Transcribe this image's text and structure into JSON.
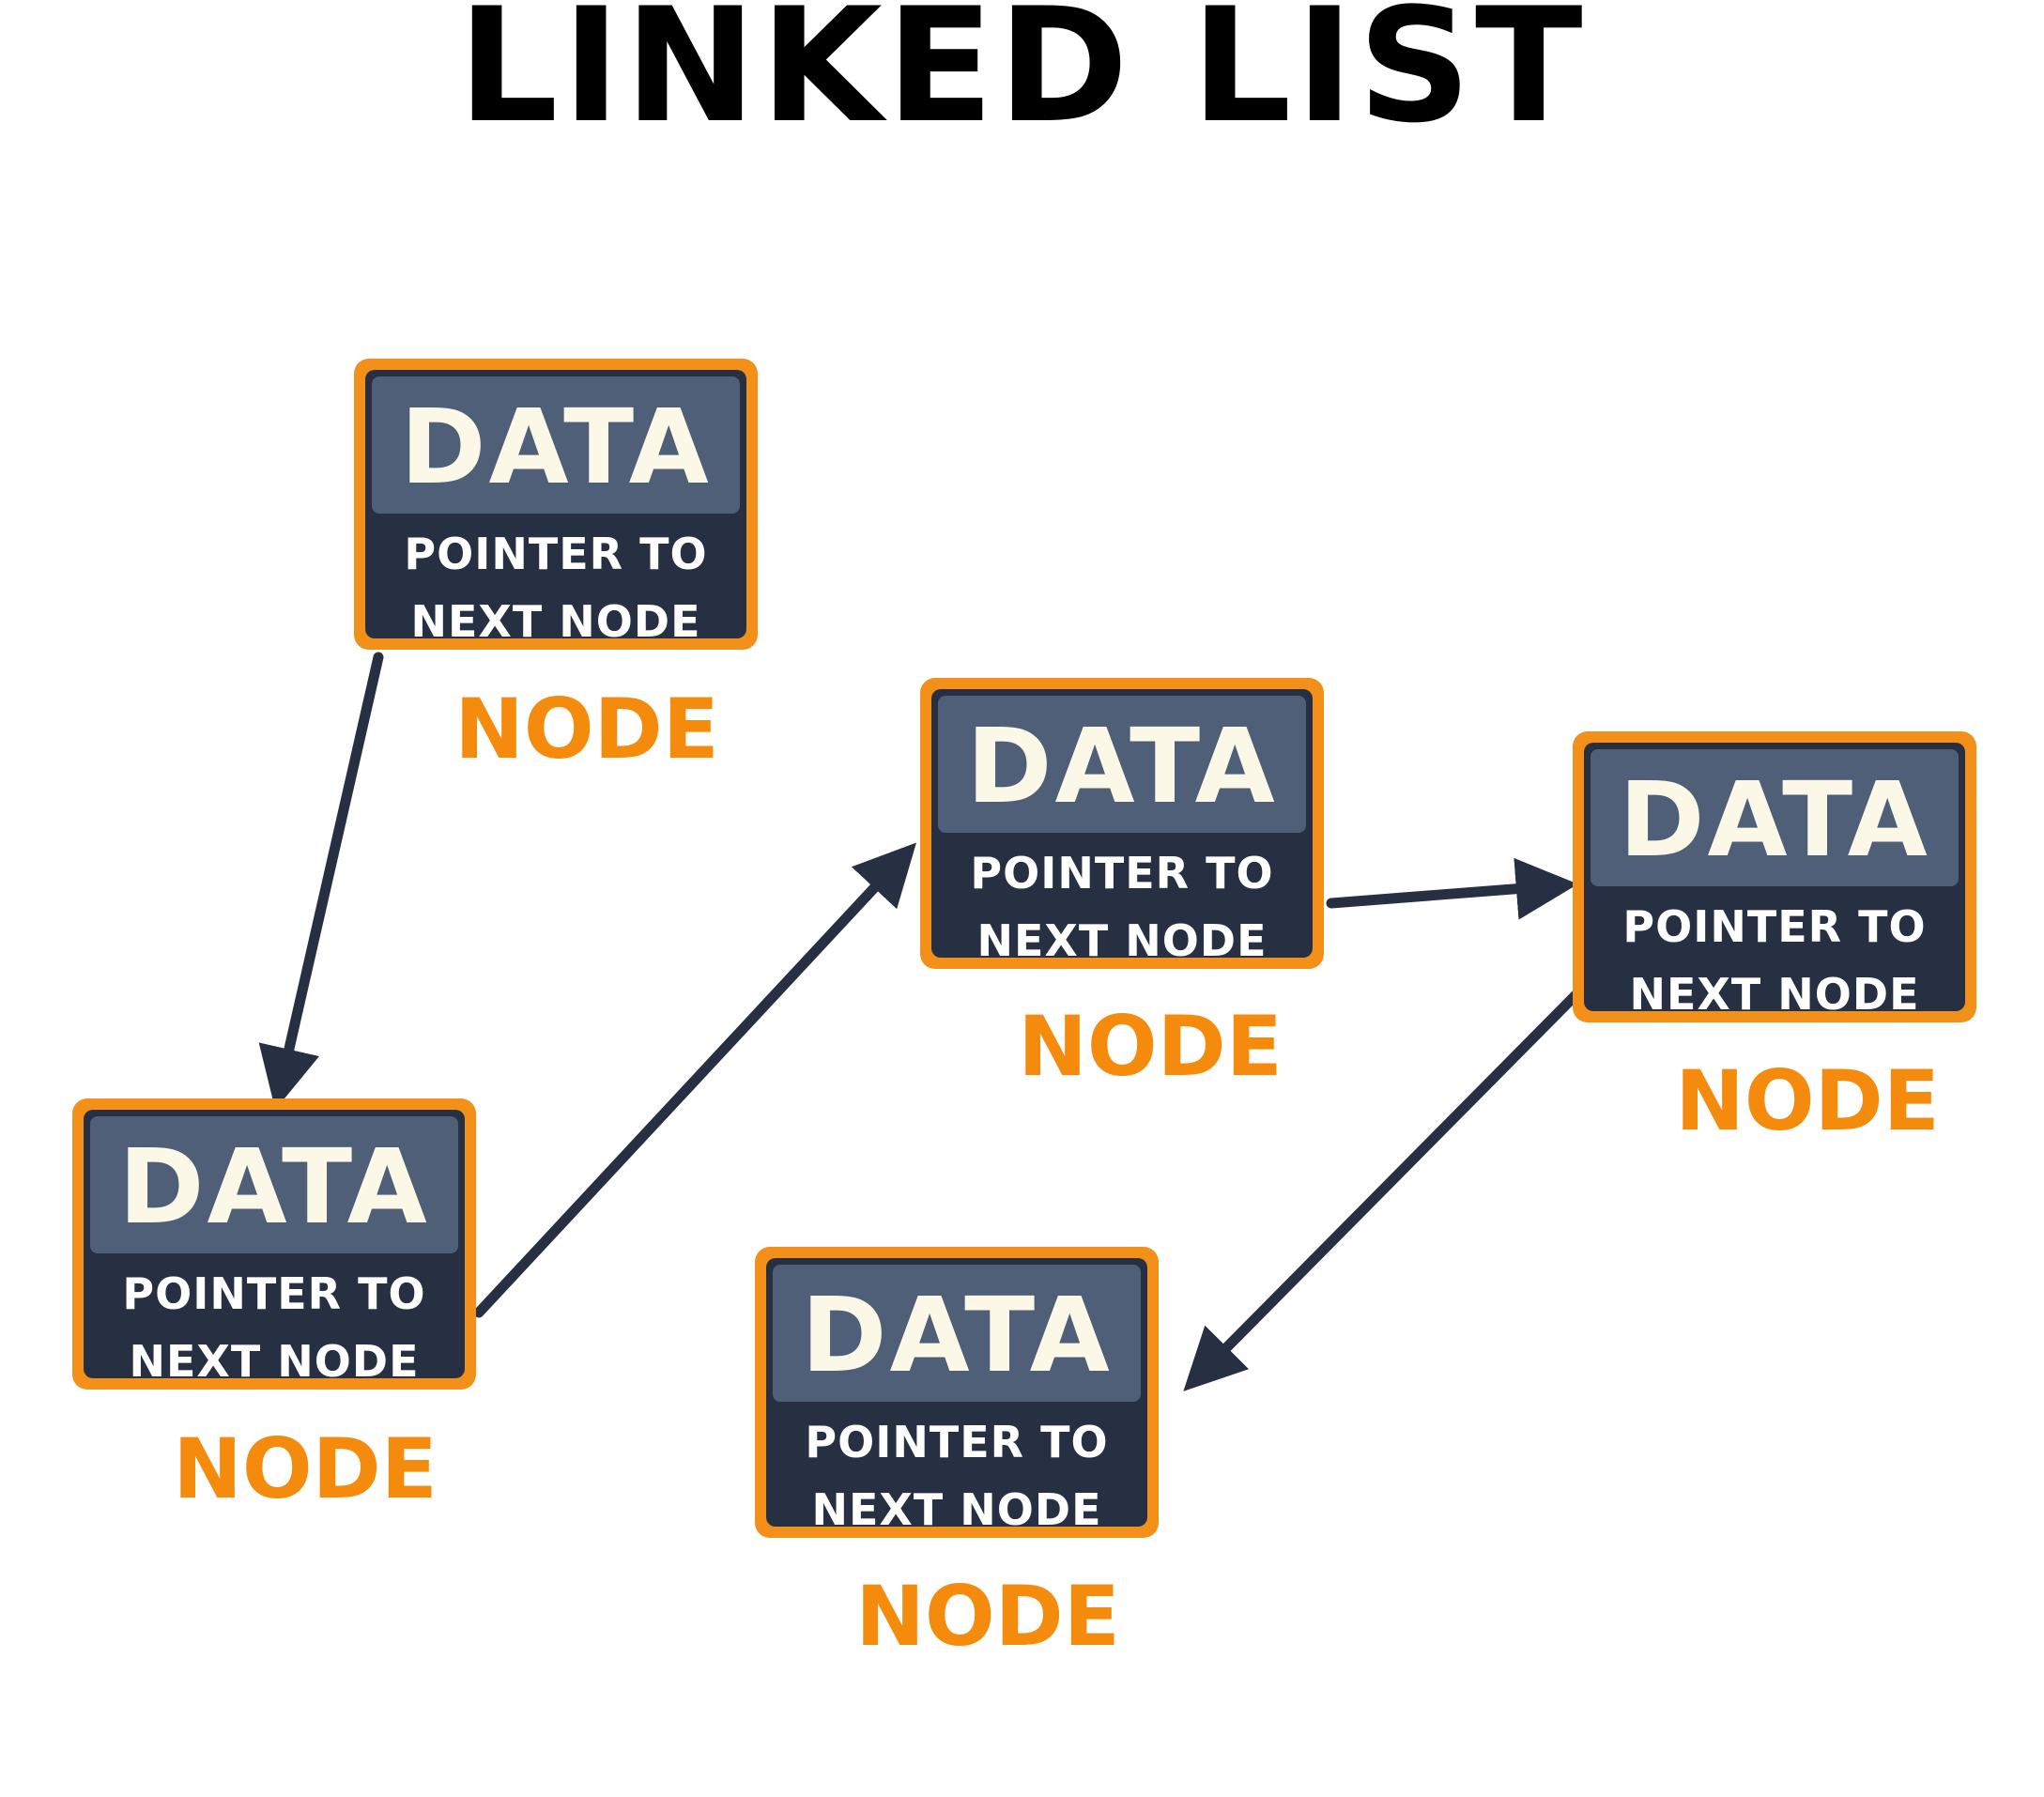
{
  "title": "LINKED LIST",
  "colors": {
    "node_border": "#f39019",
    "node_body": "#273043",
    "data_area": "#4e5f77",
    "data_text": "#fbf8e8",
    "label_text": "#f58b0c",
    "arrow": "#273043"
  },
  "nodes": [
    {
      "data": "DATA",
      "pointer_line1": "POINTER TO",
      "pointer_line2": "NEXT NODE",
      "label": "NODE"
    },
    {
      "data": "DATA",
      "pointer_line1": "POINTER TO",
      "pointer_line2": "NEXT NODE",
      "label": "NODE"
    },
    {
      "data": "DATA",
      "pointer_line1": "POINTER TO",
      "pointer_line2": "NEXT NODE",
      "label": "NODE"
    },
    {
      "data": "DATA",
      "pointer_line1": "POINTER TO",
      "pointer_line2": "NEXT NODE",
      "label": "NODE"
    },
    {
      "data": "DATA",
      "pointer_line1": "POINTER TO",
      "pointer_line2": "NEXT NODE",
      "label": "NODE"
    }
  ]
}
